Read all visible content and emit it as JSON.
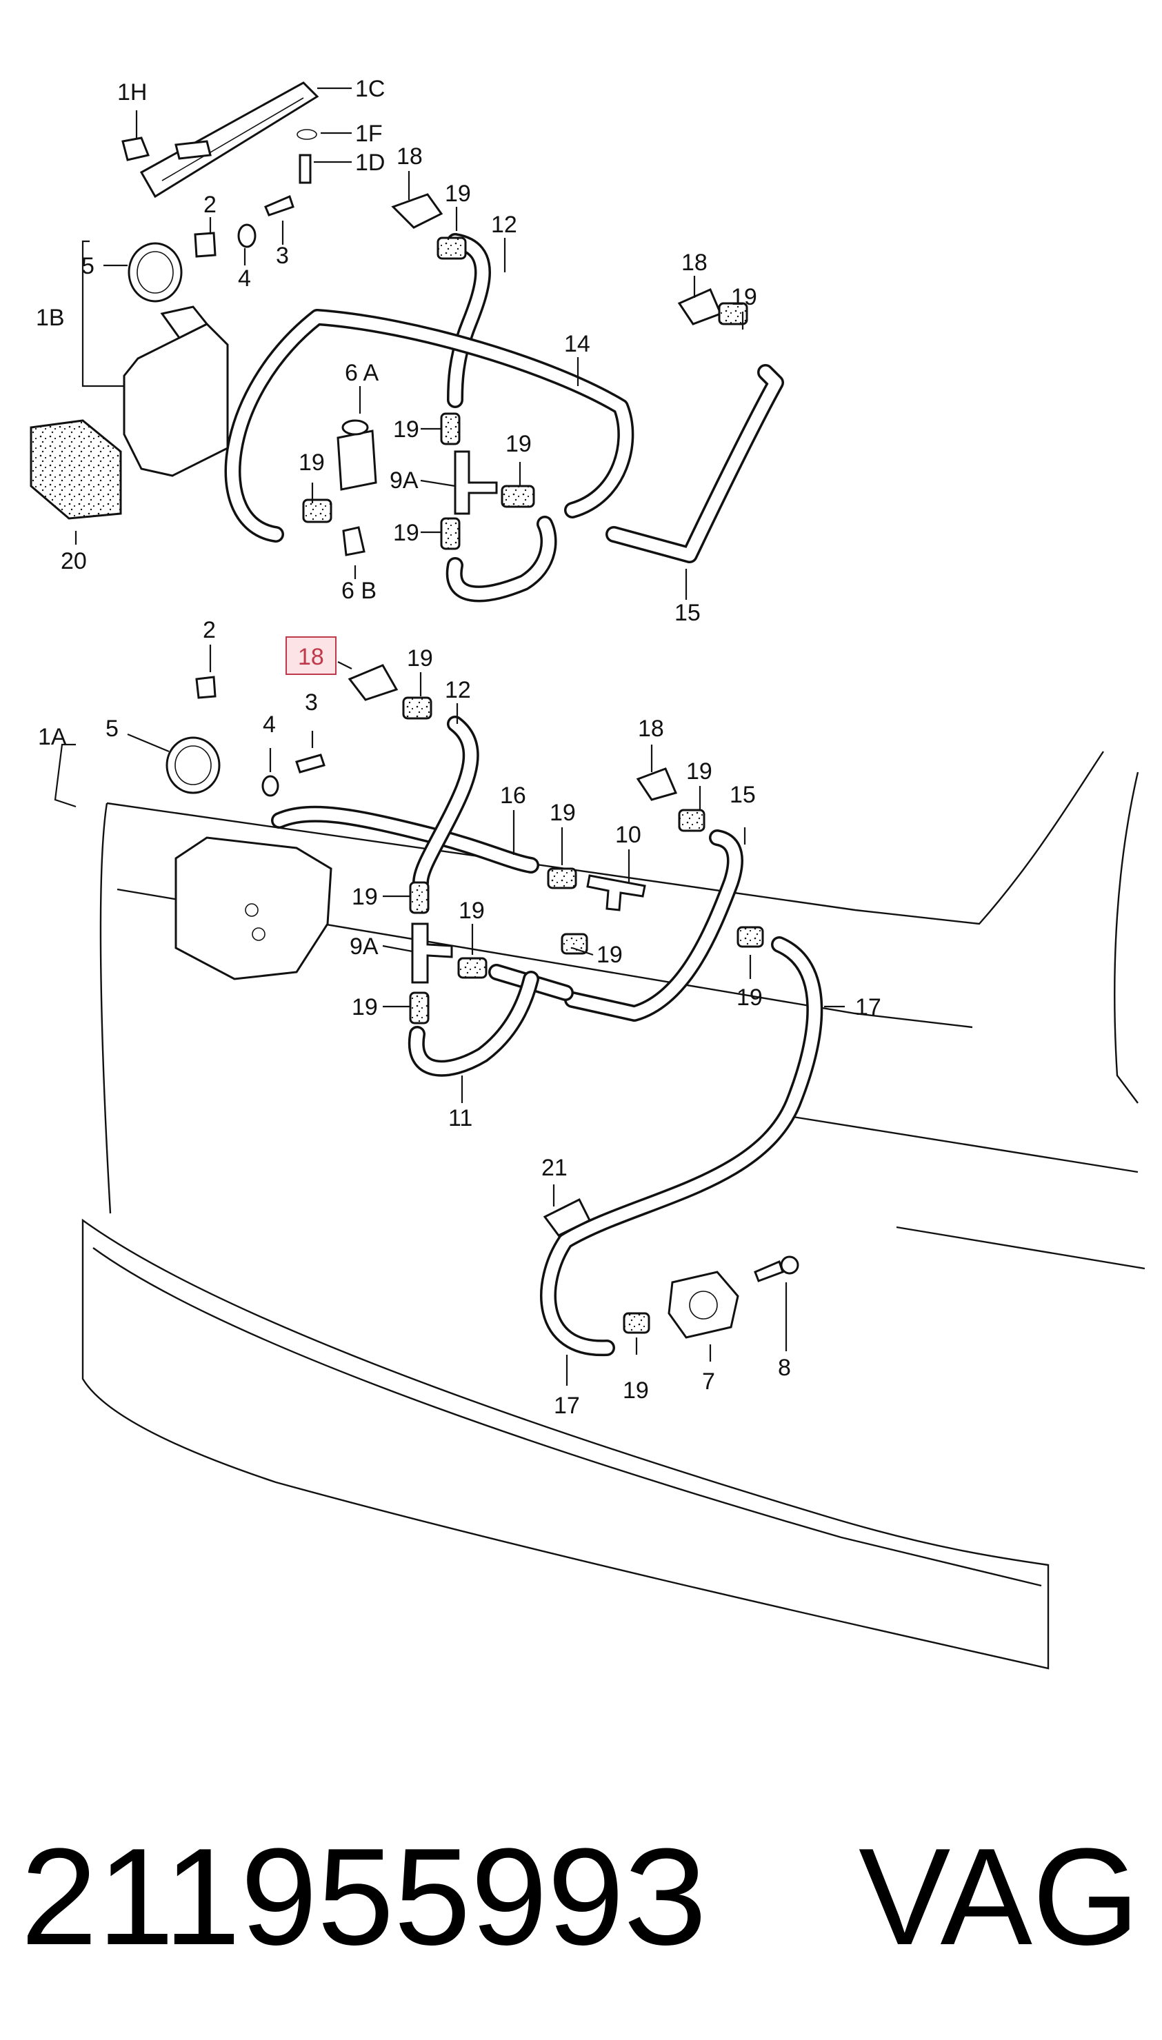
{
  "callouts": {
    "c1H": "1H",
    "c1C": "1C",
    "c1F": "1F",
    "c1D": "1D",
    "c2_top": "2",
    "c3_top": "3",
    "c4_top": "4",
    "c5_top": "5",
    "c1B": "1B",
    "c18_a": "18",
    "c19_a": "19",
    "c12_top": "12",
    "c18_b": "18",
    "c19_b": "19",
    "c14": "14",
    "c6A": "6 A",
    "c19_c": "19",
    "c19_d": "19",
    "c19_e": "19",
    "c9A_top": "9A",
    "c19_f": "19",
    "c6B": "6 B",
    "c15_top": "15",
    "c20": "20",
    "c2_mid": "2",
    "c18_hl": "18",
    "c19_g": "19",
    "c12_mid": "12",
    "c3_mid": "3",
    "c4_mid": "4",
    "c1A": "1A",
    "c5_mid": "5",
    "c18_c": "18",
    "c19_h": "19",
    "c16": "16",
    "c19_i": "19",
    "c10": "10",
    "c15_mid": "15",
    "c19_j": "19",
    "c19_k": "19",
    "c9A_mid": "9A",
    "c19_l": "19",
    "c19_m": "19",
    "c19_n": "19",
    "c17_a": "17",
    "c11": "11",
    "c21": "21",
    "c8": "8",
    "c7": "7",
    "c19_o": "19",
    "c17_b": "17"
  },
  "highlight_color": "#c0394b",
  "highlight_fill": "#fbe3e6",
  "footer": {
    "part_number": "21195599З",
    "brand": "VAG"
  }
}
